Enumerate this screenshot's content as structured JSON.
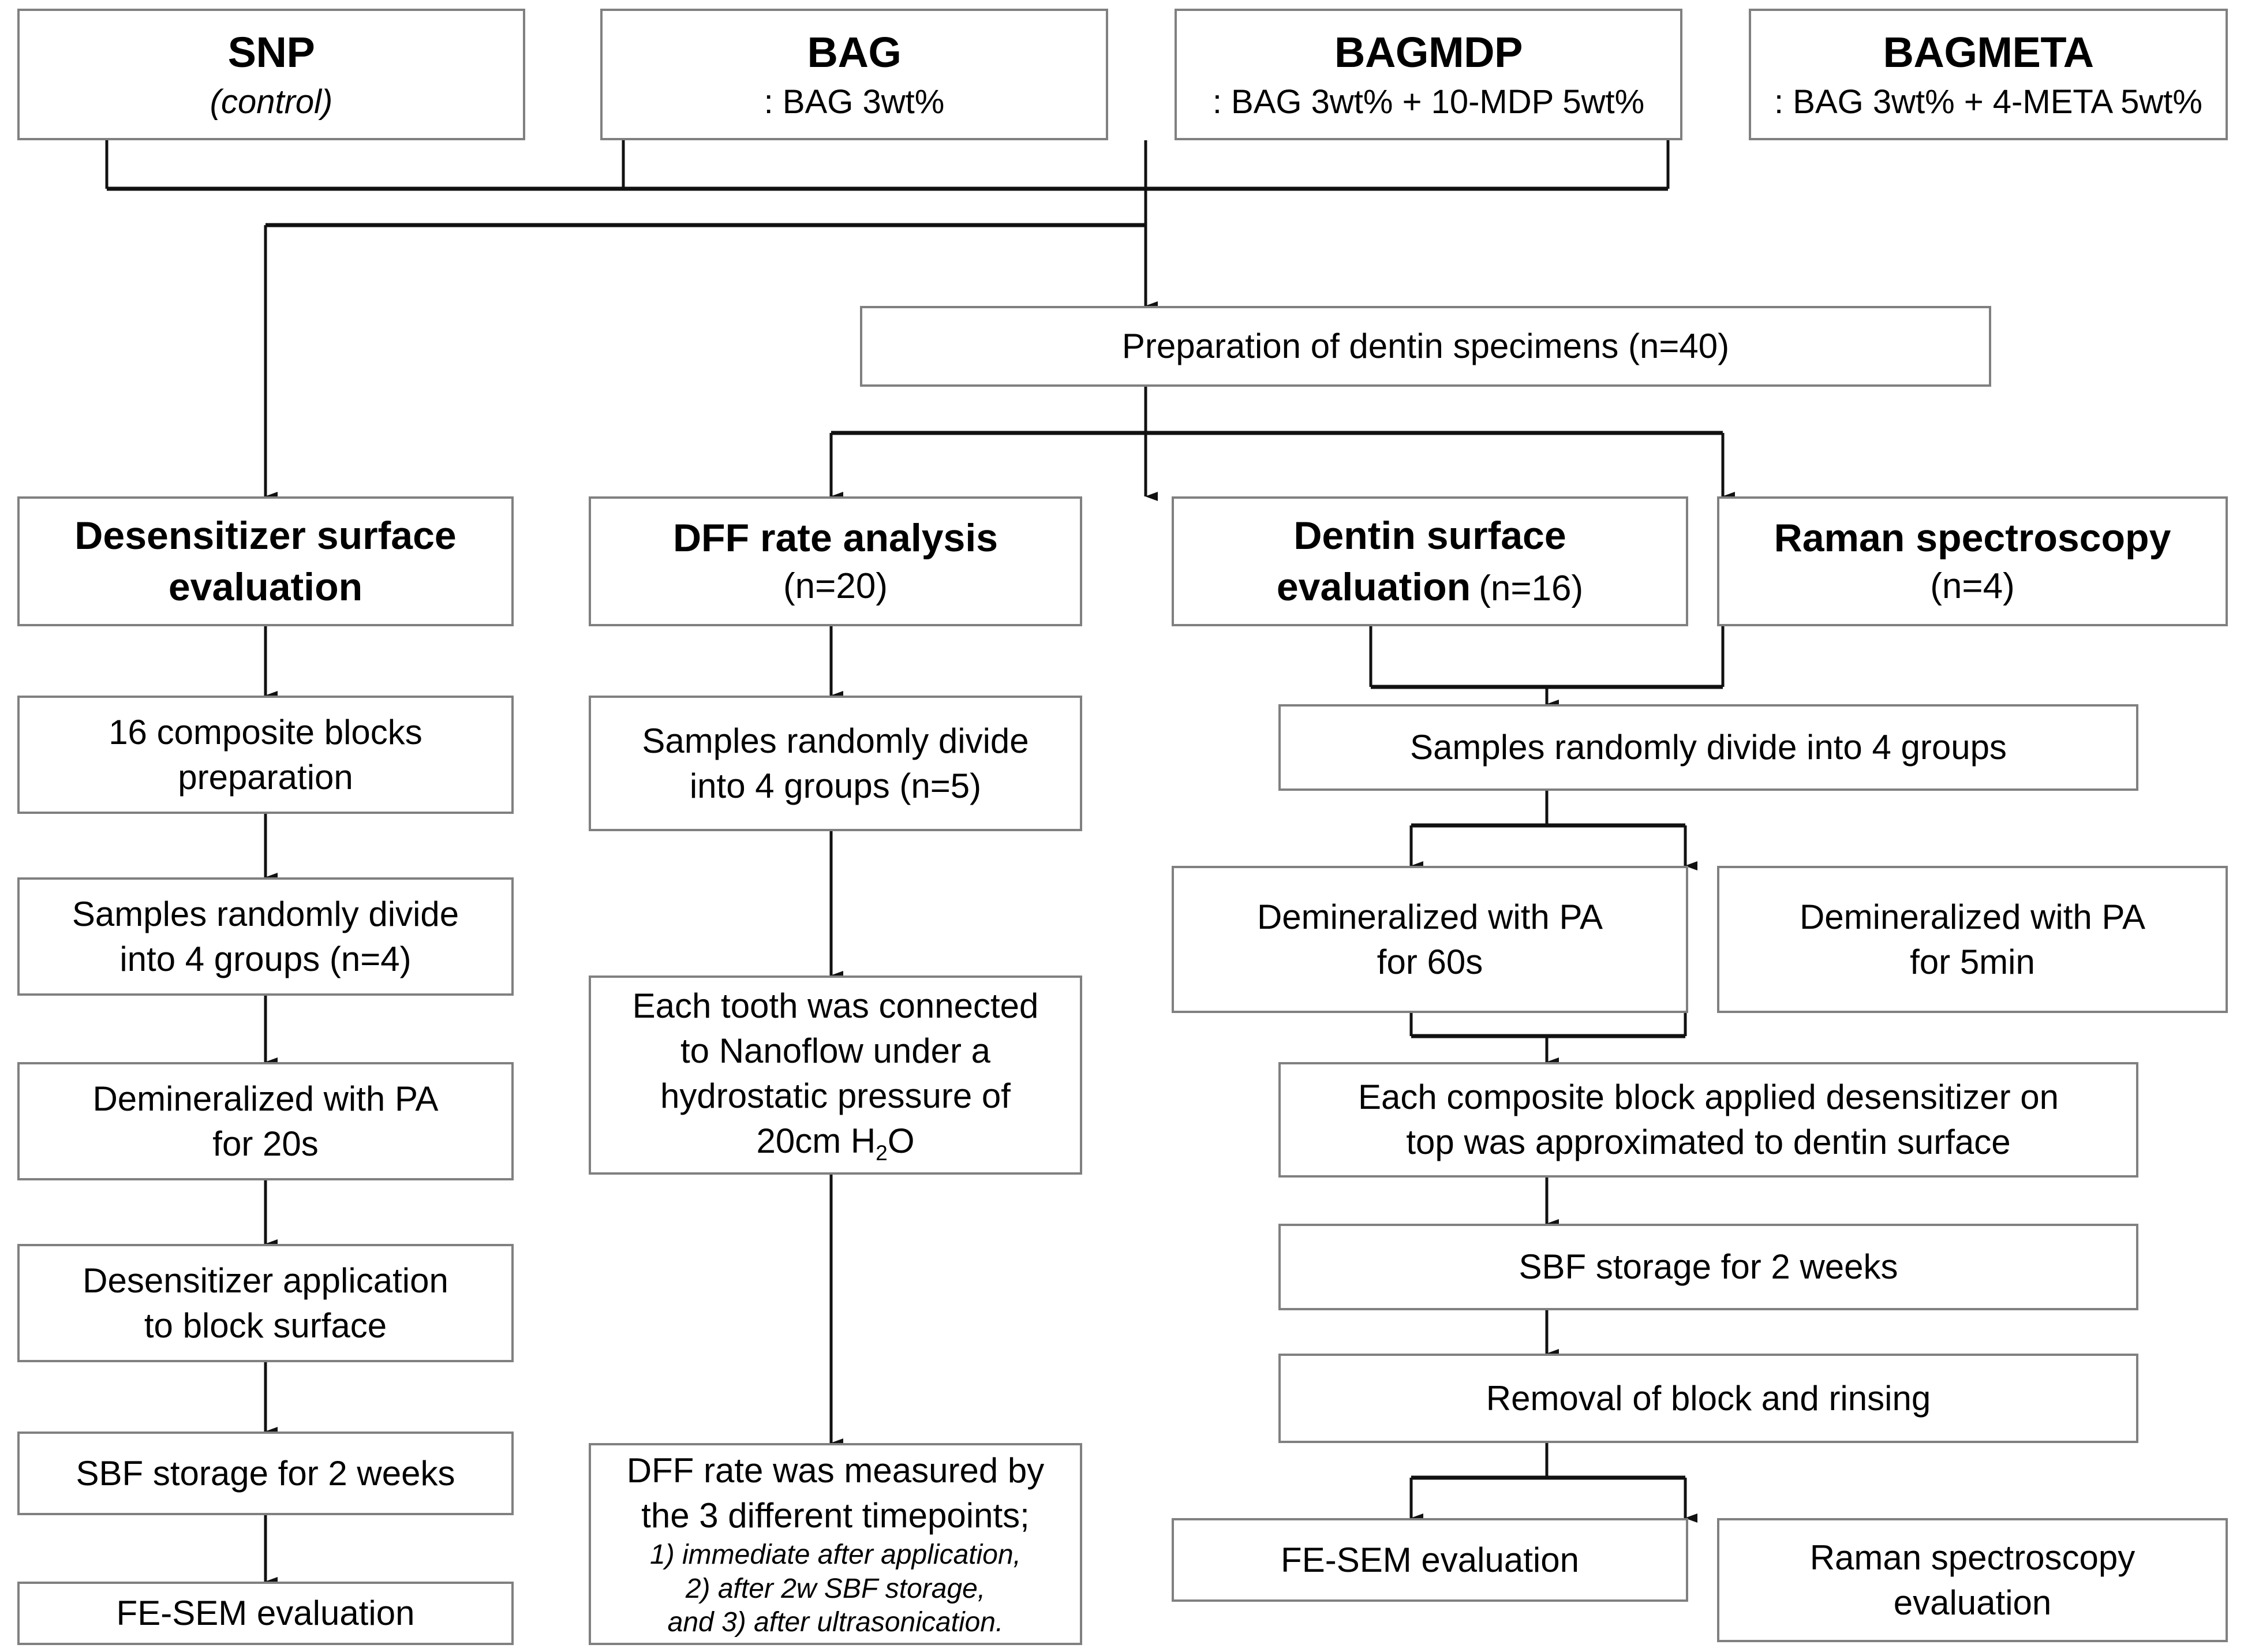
{
  "diagram": {
    "title": "Experimental study design flowchart",
    "colors": {
      "box_border": "#808080",
      "line": "#1a1a1a",
      "background": "#ffffff",
      "text": "#000000"
    },
    "groups": [
      {
        "id": "snp",
        "name": "SNP",
        "detail": "(control)",
        "detail_style": "italic"
      },
      {
        "id": "bag",
        "name": "BAG",
        "detail": ": BAG 3wt%",
        "detail_style": "mixed"
      },
      {
        "id": "bagmdp",
        "name": "BAGMDP",
        "detail": ": BAG 3wt% + 10-MDP 5wt%",
        "detail_style": "mixed"
      },
      {
        "id": "bagmeta",
        "name": "BAGMETA",
        "detail": ": BAG 3wt% + 4-META 5wt%",
        "detail_style": "mixed"
      }
    ],
    "preparation": {
      "label": "Preparation of dentin specimens (n=40)"
    },
    "categories": [
      {
        "id": "desensitizer-surface-evaluation",
        "title_line1": "Desensitizer surface",
        "title_line2": "evaluation",
        "n": ""
      },
      {
        "id": "dff-rate-analysis",
        "title_line1": "DFF rate analysis",
        "title_line2": "",
        "n": "(n=20)"
      },
      {
        "id": "dentin-surface-evaluation",
        "title_line1": "Dentin surface",
        "title_line2": "evaluation",
        "n": "(n=16)"
      },
      {
        "id": "raman-spectroscopy",
        "title_line1": "Raman spectroscopy",
        "title_line2": "",
        "n": "(n=4)"
      }
    ],
    "column_desensitizer": [
      {
        "id": "composite-blocks-preparation",
        "line1": "16 composite blocks",
        "line2": "preparation"
      },
      {
        "id": "randomly-divide-n4",
        "line1": "Samples randomly divide",
        "line2": "into 4 groups (n=4)"
      },
      {
        "id": "demineralized-pa-20s",
        "line1": "Demineralized with PA",
        "line2": "for 20s"
      },
      {
        "id": "desensitizer-application",
        "line1": "Desensitizer application",
        "line2": "to block surface"
      },
      {
        "id": "sbf-storage-2-weeks-left",
        "line1": "SBF storage for 2 weeks",
        "line2": ""
      },
      {
        "id": "fe-sem-evaluation-left",
        "line1": "FE-SEM evaluation",
        "line2": ""
      }
    ],
    "column_dff": [
      {
        "id": "randomly-divide-n5",
        "line1": "Samples randomly divide",
        "line2": "into 4 groups (n=5)"
      },
      {
        "id": "nanoflow-hydrostatic-pressure",
        "line1": "Each tooth was connected",
        "line2": "to Nanoflow under a",
        "line3": "hydrostatic pressure of",
        "line4_pre": "20cm H",
        "line4_sub": "2",
        "line4_post": "O"
      },
      {
        "id": "dff-rate-measurement-timepoints",
        "line1": "DFF rate was measured by",
        "line2": "the 3 different timepoints;",
        "italic1": "1) immediate after application,",
        "italic2": "2) after 2w SBF storage,",
        "italic3": "and 3) after ultrasonication."
      }
    ],
    "column_dentin": [
      {
        "id": "randomly-divide-4-groups-right",
        "line1": "Samples randomly divide into 4 groups",
        "line2": ""
      },
      {
        "id": "demineralized-pa-60s",
        "line1": "Demineralized with PA",
        "line2": "for 60s"
      },
      {
        "id": "demineralized-pa-5min",
        "line1": "Demineralized with PA",
        "line2": "for 5min"
      },
      {
        "id": "composite-block-approximated",
        "line1": "Each composite block applied desensitizer on",
        "line2": "top was approximated to dentin surface"
      },
      {
        "id": "sbf-storage-2-weeks-right",
        "line1": "SBF storage for 2 weeks",
        "line2": ""
      },
      {
        "id": "removal-of-block-rinsing",
        "line1": "Removal of block and rinsing",
        "line2": ""
      },
      {
        "id": "fe-sem-evaluation-right",
        "line1": "FE-SEM evaluation",
        "line2": ""
      },
      {
        "id": "raman-spectroscopy-evaluation",
        "line1": "Raman spectroscopy",
        "line2": "evaluation"
      }
    ]
  }
}
